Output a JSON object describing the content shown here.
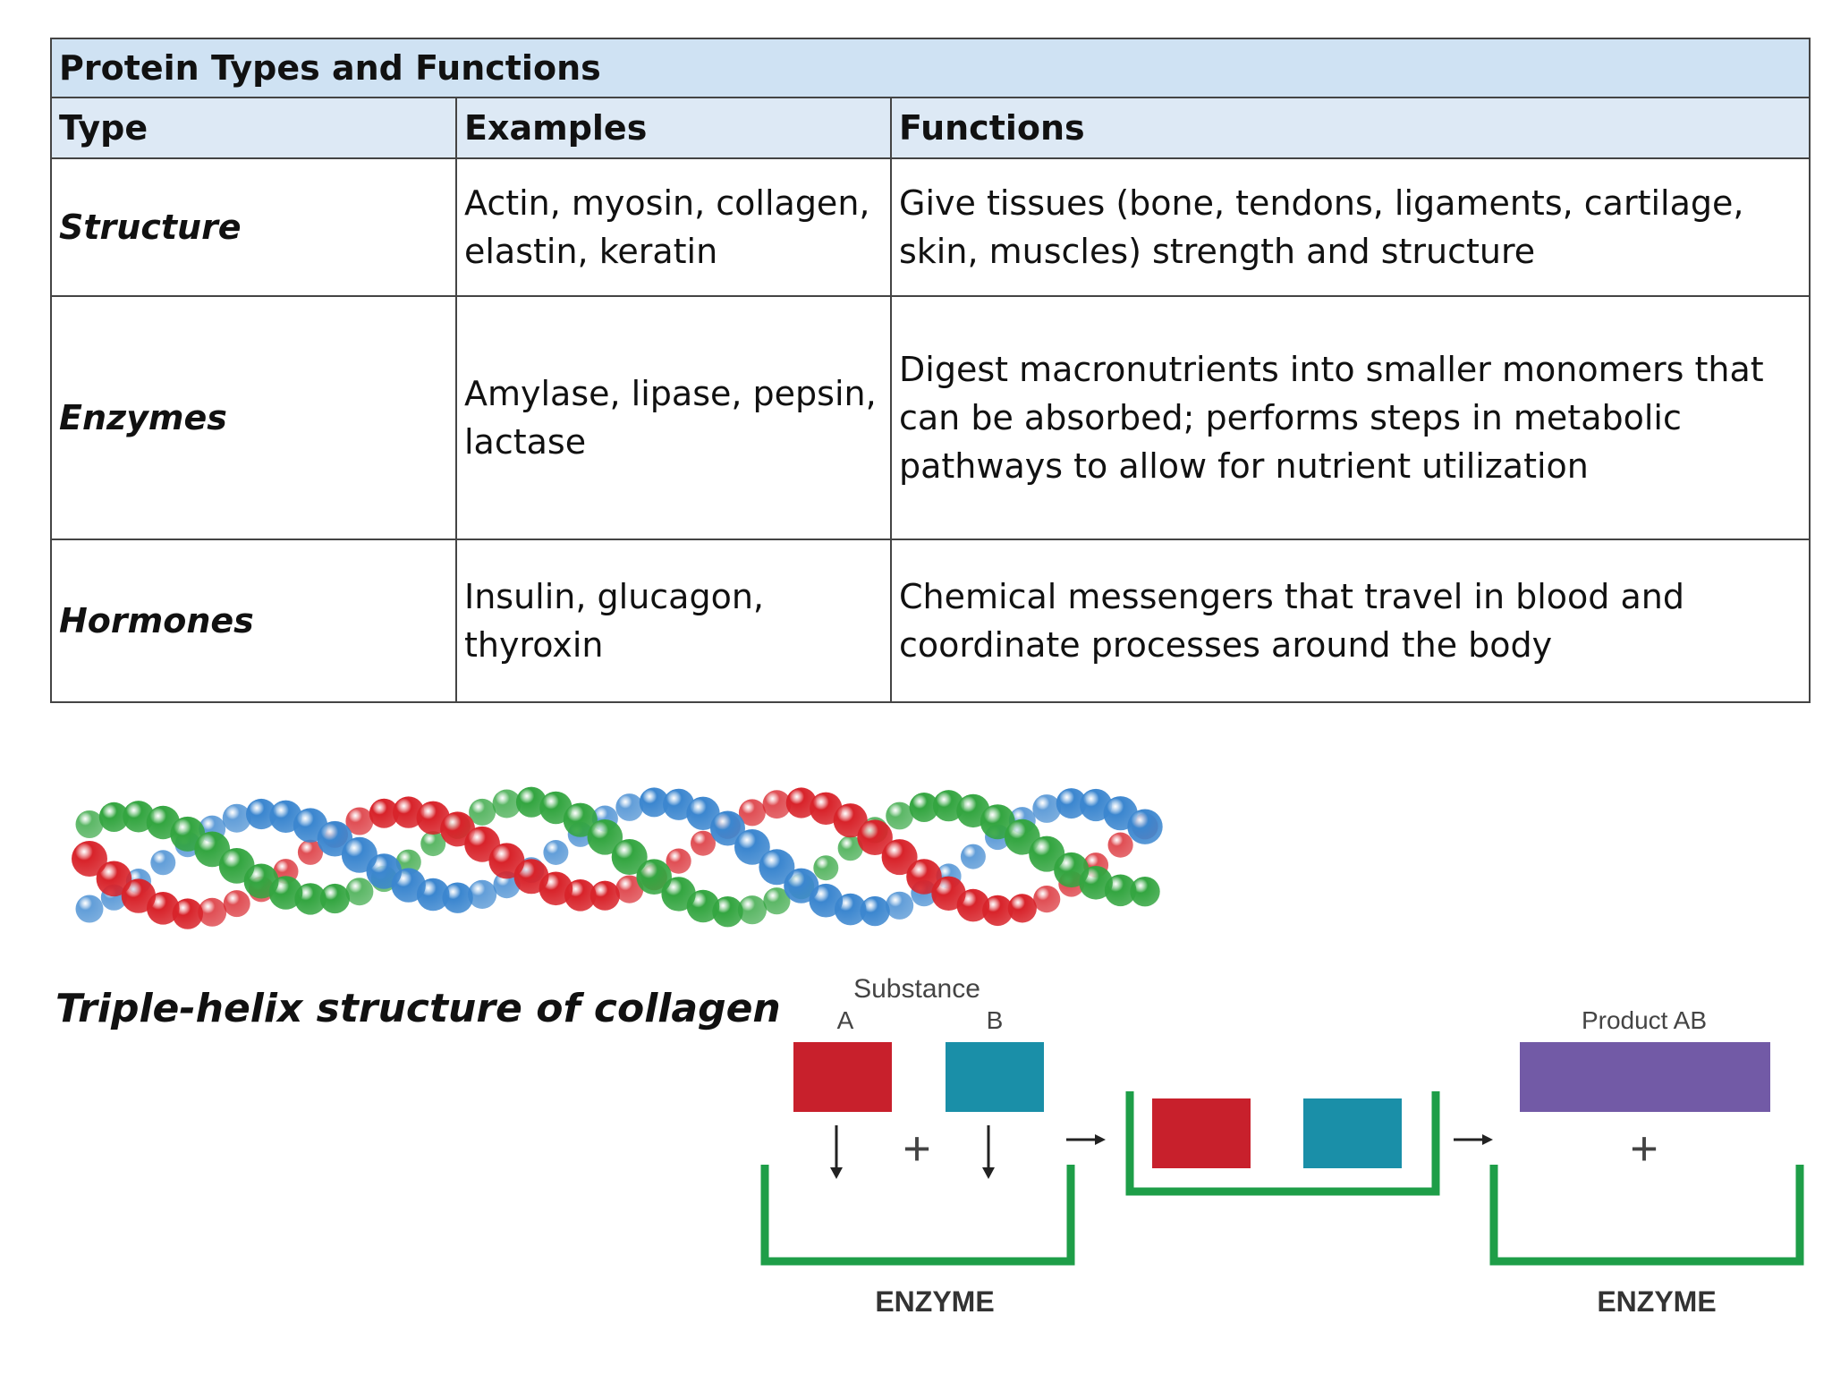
{
  "table": {
    "title": "Protein Types and Functions",
    "headers": [
      "Type",
      "Examples",
      "Functions"
    ],
    "rows": [
      {
        "type": "Structure",
        "examples": "Actin, myosin, collagen, elastin, keratin",
        "functions": "Give tissues (bone, tendons, ligaments, cartilage, skin, muscles) strength and structure"
      },
      {
        "type": "Enzymes",
        "examples": "Amylase, lipase, pepsin, lactase",
        "functions": "Digest macronutrients into smaller monomers that can be absorbed; performs steps in metabolic pathways to allow for nutrient utilization"
      },
      {
        "type": "Hormones",
        "examples": "Insulin, glucagon, thyroxin",
        "functions": "Chemical messengers that travel in blood and coordinate processes around the body"
      }
    ]
  },
  "collagen": {
    "caption": "Triple-helix structure of collagen",
    "strand_colors": [
      "#d8232a",
      "#3b86cf",
      "#33a540"
    ]
  },
  "diagram": {
    "substance_label": "Substance",
    "label_a": "A",
    "label_b": "B",
    "product_label": "Product AB",
    "plus": "+",
    "enzyme_label": "ENZYME",
    "colors": {
      "substance_a": "#c8202c",
      "substance_b": "#1a8fa8",
      "product": "#725aa6",
      "enzyme": "#1e9e48"
    }
  }
}
